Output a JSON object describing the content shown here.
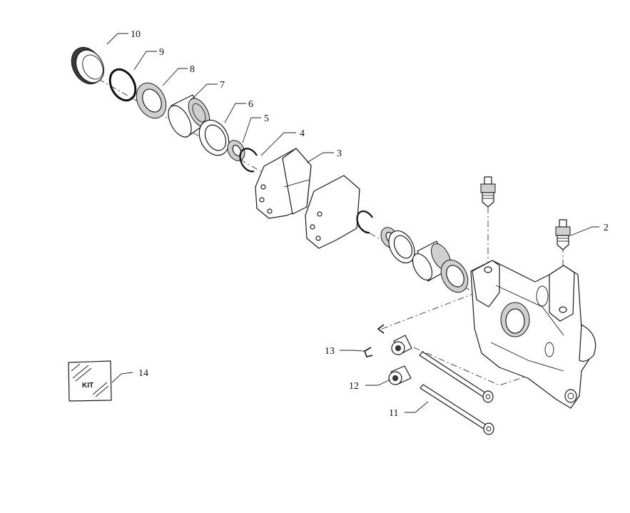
{
  "callouts": {
    "c2": "2",
    "c3": "3",
    "c4": "4",
    "c5": "5",
    "c6": "6",
    "c7": "7",
    "c8": "8",
    "c9": "9",
    "c10": "10",
    "c11": "11",
    "c12": "12",
    "c13": "13",
    "c14": "14"
  },
  "kit_label": "KIT"
}
